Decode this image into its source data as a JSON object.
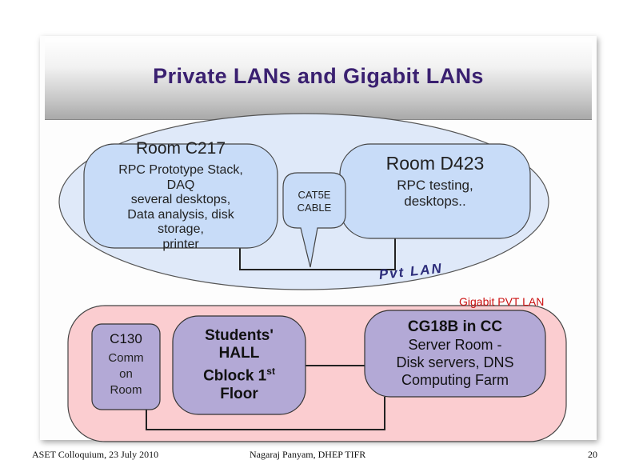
{
  "slide": {
    "title": "Private LANs and Gigabit LANs",
    "footer_left": "ASET Colloquium, 23 July 2010",
    "footer_center": "Nagaraj Panyam, DHEP TIFR",
    "page_number": "20"
  },
  "pvt_lan": {
    "label": "Pvt LAN",
    "room_c217": {
      "title": "Room C217",
      "lines": [
        "RPC Prototype Stack,",
        "DAQ",
        "several desktops,",
        "Data analysis, disk",
        "storage,",
        "printer"
      ]
    },
    "room_d423": {
      "title": "Room D423",
      "lines": [
        "RPC testing,",
        "desktops.."
      ]
    },
    "callout": {
      "lines": [
        "CAT5E",
        "CABLE"
      ]
    }
  },
  "gigabit_lan": {
    "label": "Gigabit PVT LAN",
    "c130": {
      "title": "C130",
      "lines": [
        "Comm",
        "on",
        "Room"
      ]
    },
    "students_hall": {
      "lines": [
        "Students'",
        "HALL",
        "Cblock 1",
        "Floor"
      ],
      "superscript": "st"
    },
    "cg18b": {
      "title": "CG18B in CC",
      "lines": [
        "Server Room -",
        "Disk servers, DNS",
        "Computing Farm"
      ]
    }
  },
  "colors": {
    "title_text": "#3a2070",
    "pvt_ellipse_fill": "#dfe9f9",
    "room_fill": "#c8dcf8",
    "gigabit_fill": "#fbcdd0",
    "gigabit_node_fill": "#b3a9d6",
    "gigabit_label": "#cc1111",
    "pvt_label": "#2c2c7a"
  }
}
